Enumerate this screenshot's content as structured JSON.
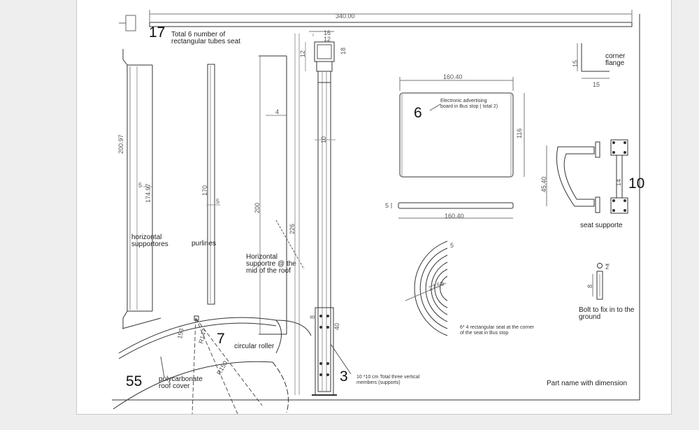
{
  "top": {
    "dim_total": "340.00",
    "part_number": "17",
    "note_line1": "Total 6 number of",
    "note_line2": "rectangular tubes seat"
  },
  "horizontal_supports": {
    "dim_height": "200.97",
    "dim_inner": "174.97",
    "dim_web": "5",
    "label_line1": "horizontal",
    "label_line2": "supportores"
  },
  "purlines": {
    "dim_height": "170",
    "dim_small": "5",
    "label": "purlines"
  },
  "mid_roof_supports": {
    "dim_width": "4",
    "dim_height": "200",
    "label_line1": "Horizontal",
    "label_line2": "supportre @ the",
    "label_line3": "mid of the roof"
  },
  "column": {
    "dim_top_outer": "16",
    "dim_top_inner": "12",
    "dim_flange_height": "12",
    "dim_flange_right": "18",
    "dim_web": "10",
    "dim_total_height": "226",
    "dim_base": "8",
    "dim_base_height": "40",
    "part_number": "3",
    "note_line1": "10 *10 cm Total three vertical",
    "note_line2": "members (supports)"
  },
  "roof": {
    "dim_r1": "153",
    "dim_r2": "R147",
    "dim_r3": "R150",
    "part_number_roller": "7",
    "label_roller": "circular roller",
    "part_number_cover": "55",
    "label_cover_line1": "polycarbonate",
    "label_cover_line2": "roof cover"
  },
  "ad_board": {
    "dim_width": "160.40",
    "dim_height": "116",
    "part_number": "6",
    "note_line1": "Electronic advertising",
    "note_line2": "board in Bus stop ( total 2)",
    "dim_bar_width": "160.40",
    "dim_bar_height": "5"
  },
  "corner_seat": {
    "dim_radius": "27.59",
    "dim_small": "5",
    "note_line1": "6* 4 rectangular seat at the corner",
    "note_line2": "of the seat in Bus stop"
  },
  "corner_flange": {
    "dim_height": "15",
    "dim_width": "15",
    "label_line1": "corner",
    "label_line2": "flange"
  },
  "seat_supports": {
    "dim_height": "45.40",
    "dim_small": "14",
    "part_number": "10",
    "label": "seat supporte"
  },
  "bolt": {
    "dim_height": "8",
    "dim_head": "2",
    "label_line1": "Bolt to fix in to the",
    "label_line2": "ground"
  },
  "footer": {
    "title": "Part name with dimension"
  }
}
